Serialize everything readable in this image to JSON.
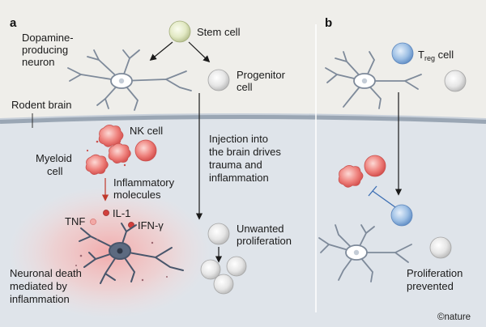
{
  "panel_a": {
    "label": "a",
    "stem_cell": "Stem cell",
    "dopamine_neuron": [
      "Dopamine-",
      "producing",
      "neuron"
    ],
    "progenitor_cell": [
      "Progenitor",
      "cell"
    ],
    "rodent_brain": "Rodent brain",
    "nk_cell": "NK cell",
    "myeloid_cell": [
      "Myeloid",
      "cell"
    ],
    "inflammatory_molecules": [
      "Inflammatory",
      "molecules"
    ],
    "tnf": "TNF",
    "il1": "IL-1",
    "ifn": "IFN-γ",
    "injection": [
      "Injection into",
      "the brain drives",
      "trauma and",
      "inflammation"
    ],
    "unwanted_proliferation": [
      "Unwanted",
      "proliferation"
    ],
    "neuronal_death": [
      "Neuronal death",
      "mediated by",
      "inflammation"
    ]
  },
  "panel_b": {
    "label": "b",
    "treg_main": "T",
    "treg_sub": "reg",
    "treg_suffix": " cell",
    "proliferation_prevented": [
      "Proliferation",
      "prevented"
    ]
  },
  "credit": "©nature",
  "colors": {
    "background": "#efeeea",
    "brain": "#dfe4ea",
    "inflammation": "#f4b9b9",
    "red_cell": "#e8706d",
    "stem_cell": "#e2e9c4",
    "treg_cell": "#8fb5e0",
    "grey_cell": "#e2e2e2",
    "neuron": "#48566b"
  }
}
